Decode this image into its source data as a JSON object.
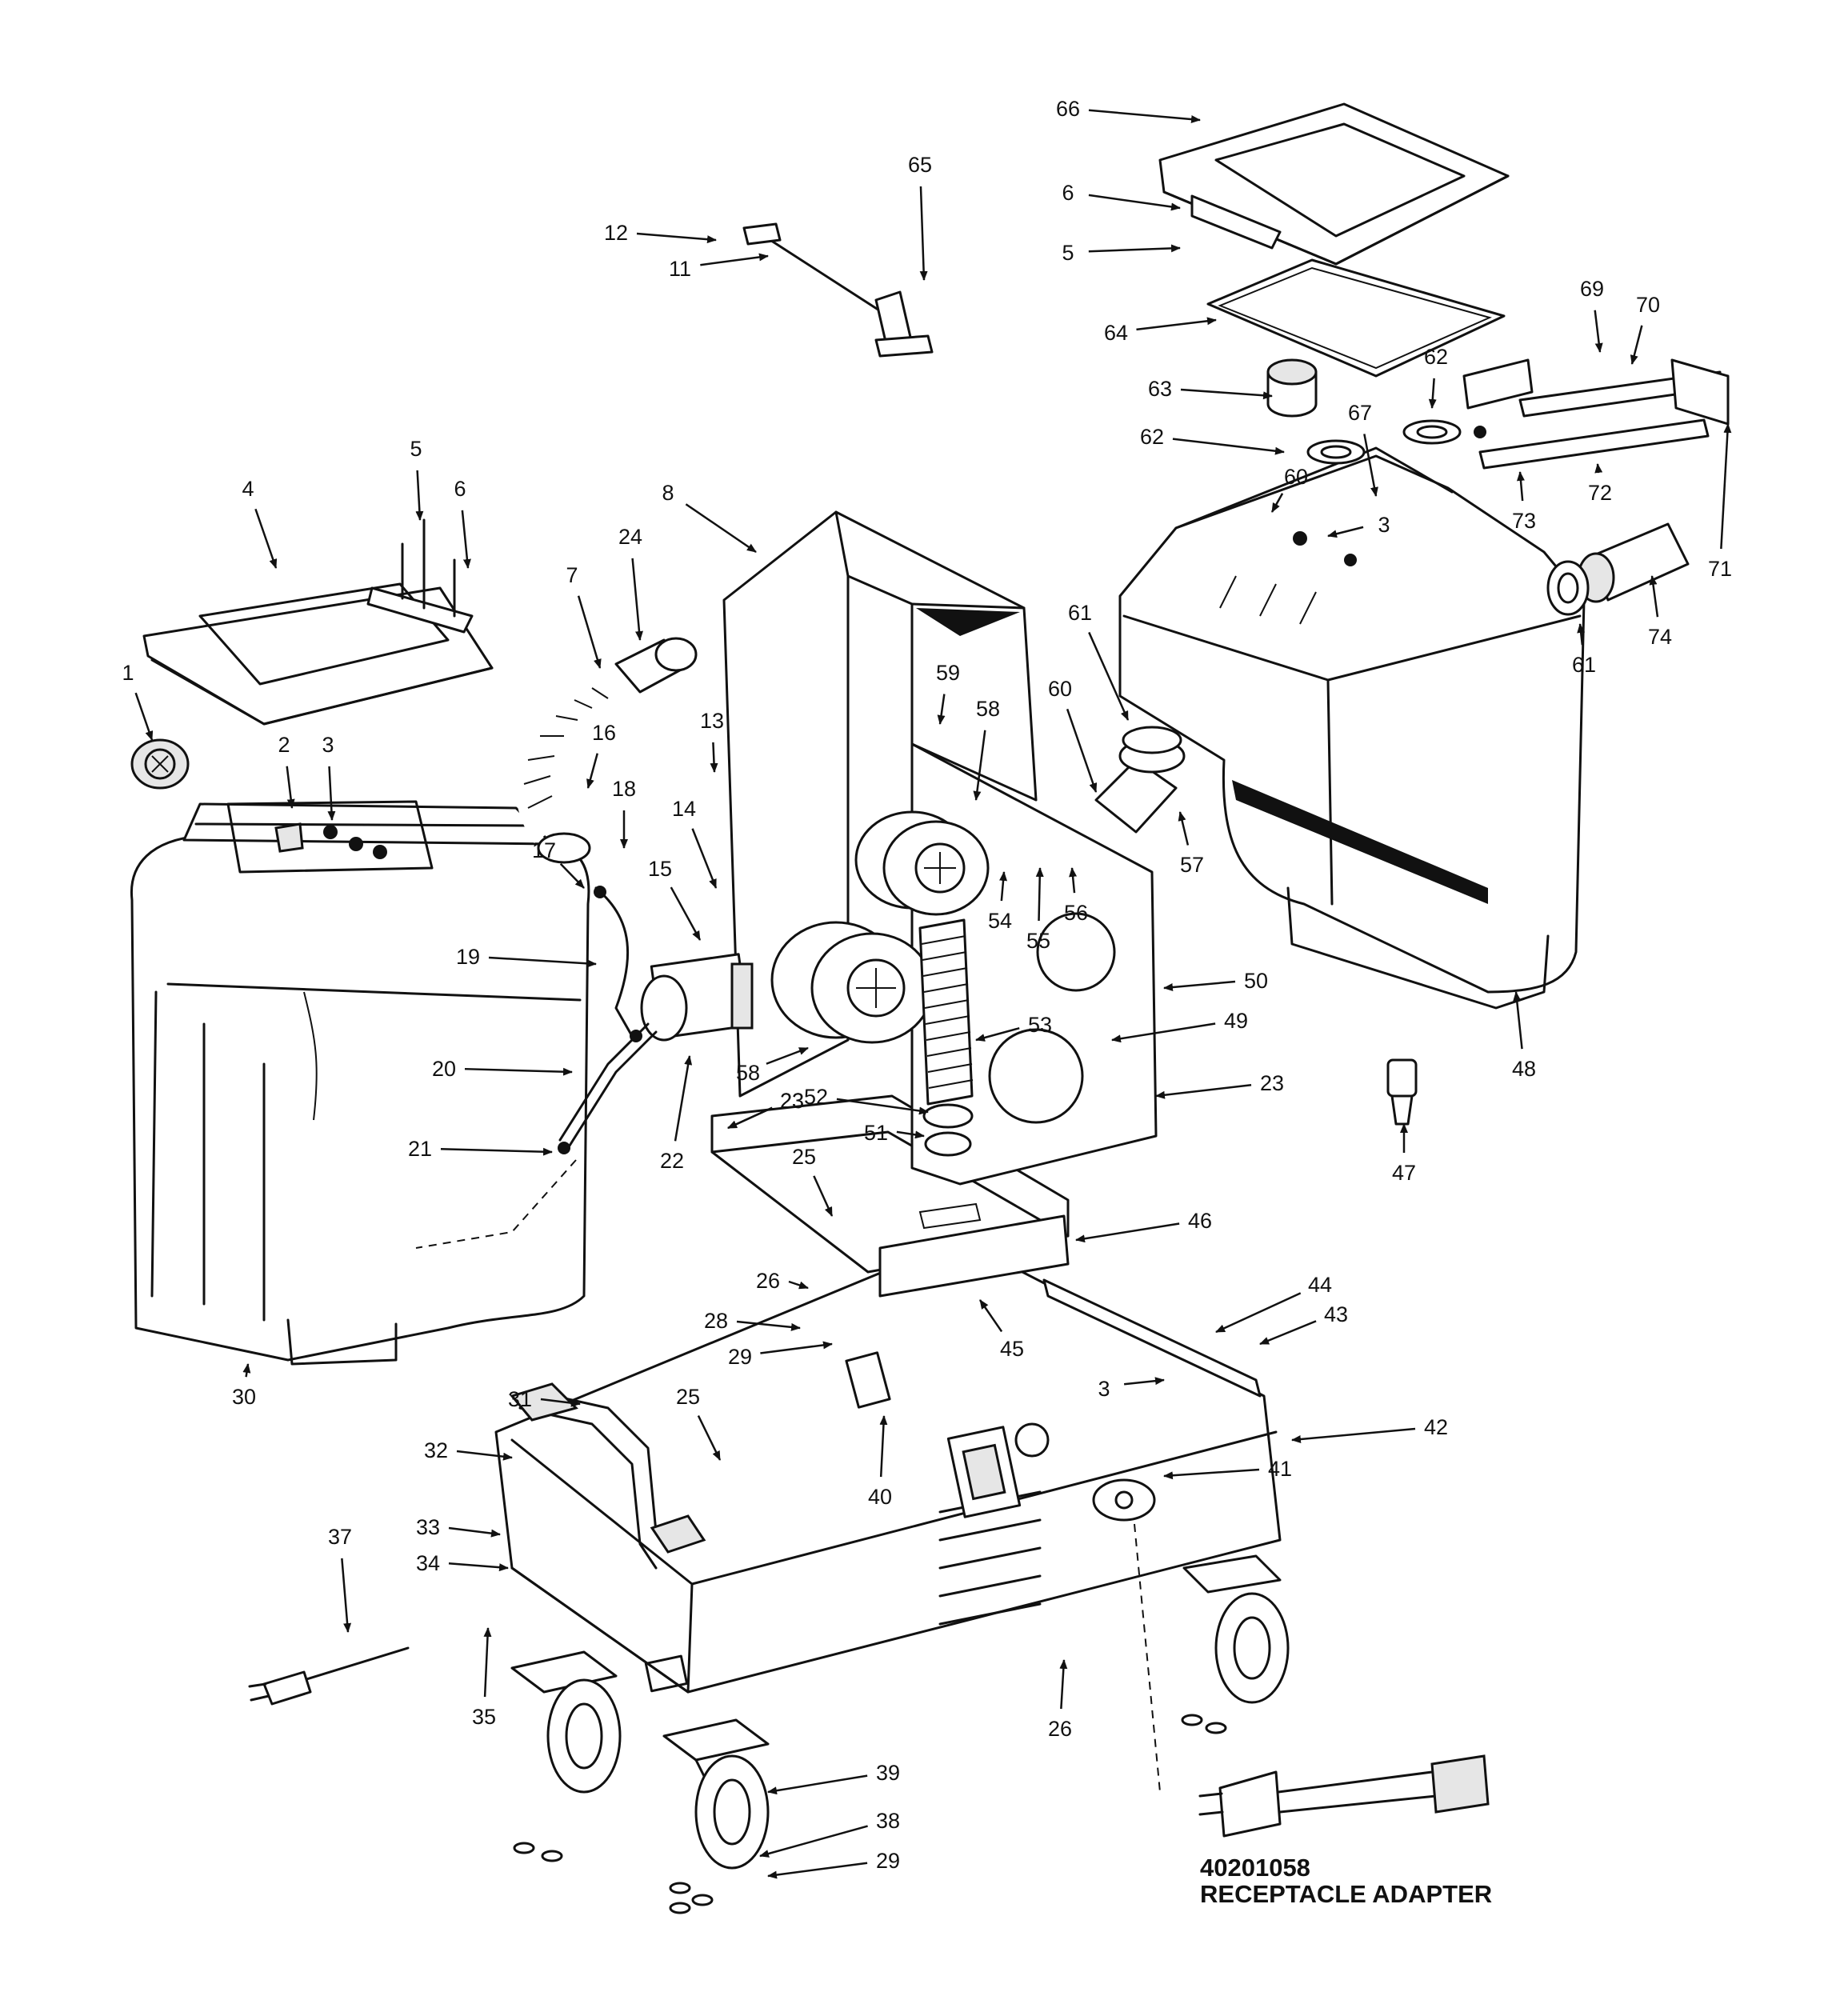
{
  "caption": {
    "part_number": "40201058",
    "part_name": "RECEPTACLE ADAPTER"
  },
  "callouts": [
    "1",
    "2",
    "3",
    "4",
    "5",
    "6",
    "7",
    "8",
    "11",
    "12",
    "13",
    "14",
    "15",
    "16",
    "17",
    "18",
    "19",
    "20",
    "21",
    "22",
    "23",
    "24",
    "25",
    "26",
    "28",
    "29",
    "30",
    "31",
    "32",
    "33",
    "34",
    "35",
    "37",
    "38",
    "39",
    "40",
    "41",
    "42",
    "43",
    "44",
    "45",
    "46",
    "47",
    "48",
    "49",
    "50",
    "51",
    "52",
    "53",
    "54",
    "55",
    "56",
    "57",
    "58",
    "59",
    "60",
    "61",
    "62",
    "63",
    "64",
    "65",
    "66",
    "67",
    "69",
    "70",
    "71",
    "72",
    "73",
    "74"
  ]
}
